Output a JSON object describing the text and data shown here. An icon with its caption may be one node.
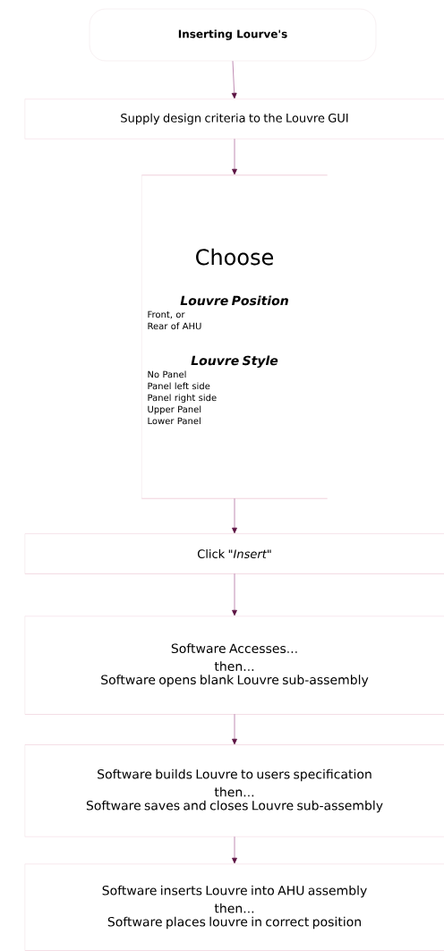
{
  "diagram": {
    "nodes": [
      {
        "text": [
          "Inserting Lourve's"
        ]
      },
      {
        "text": [
          "Supply design criteria to the Louvre GUI"
        ]
      },
      {
        "text": [
          "Choose",
          "Louvre Position",
          "Front, or",
          "Rear of AHU",
          "Louvre Style",
          "No Panel",
          "Panel left side",
          "Panel right side",
          "Upper Panel",
          "Lower Panel"
        ]
      },
      {
        "text": [
          "Click *\"Insert\"*"
        ]
      },
      {
        "text": [
          "Software Accesses...",
          "then...",
          "Software opens blank Louvre sub-assembly"
        ]
      },
      {
        "text": [
          "Software builds Louvre to users specification",
          "then...",
          "Software saves and closes Louvre sub-assembly"
        ]
      },
      {
        "text": [
          "Software inserts Louvre into AHU assembly",
          "then...",
          "Software places louvre in correct position"
        ]
      }
    ],
    "edges": [
      {
        "from": 0,
        "to": 1,
        "arrow": "to"
      },
      {
        "from": 1,
        "to": 2,
        "arrow": "to"
      },
      {
        "from": 2,
        "to": 3,
        "arrow": "to"
      },
      {
        "from": 3,
        "to": 4,
        "arrow": "to"
      },
      {
        "from": 4,
        "to": 5,
        "arrow": "to"
      },
      {
        "from": 5,
        "to": 6,
        "arrow": "to"
      }
    ]
  }
}
